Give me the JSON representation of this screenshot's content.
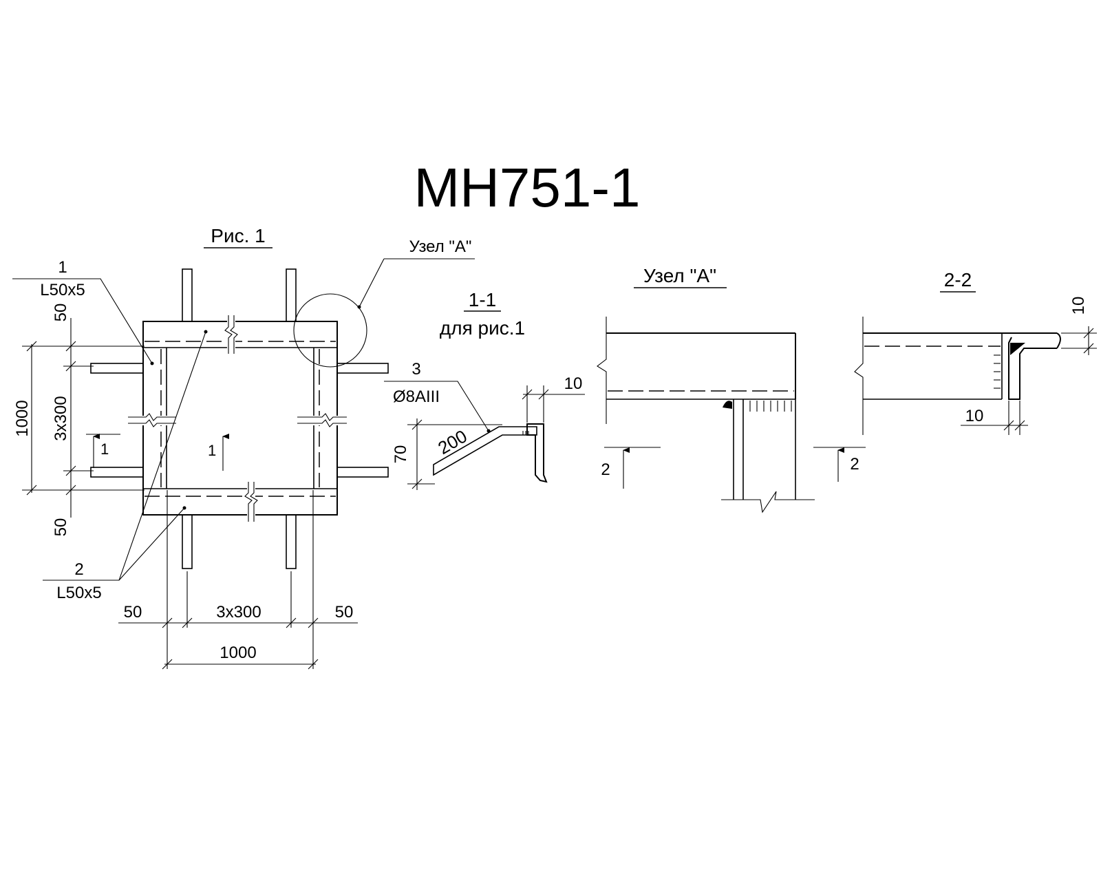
{
  "drawing": {
    "title": "МН751-1",
    "fig1": {
      "caption": "Рис. 1",
      "node_callout": "Узел \"А\"",
      "pos1_number": "1",
      "pos1_profile": "L50x5",
      "pos2_number": "2",
      "pos2_profile": "L50x5",
      "section_mark_left": "1",
      "section_mark_center": "1",
      "dims": {
        "left_top": "50",
        "left_mid": "3x300",
        "left_bottom": "50",
        "left_total": "1000",
        "bottom_left": "50",
        "bottom_mid": "3x300",
        "bottom_right": "50",
        "bottom_total": "1000"
      }
    },
    "section_1_1": {
      "title": "1-1",
      "subtitle": "для рис.1",
      "pos3_number": "3",
      "pos3_rebar": "Ø8AIII",
      "dim_length": "200",
      "dim_height": "70",
      "dim_offset": "10"
    },
    "node_a": {
      "title": "Узел \"А\"",
      "section_mark_left": "2",
      "section_mark_right": "2"
    },
    "section_2_2": {
      "title": "2-2",
      "dim_top": "10",
      "dim_bottom": "10"
    }
  }
}
